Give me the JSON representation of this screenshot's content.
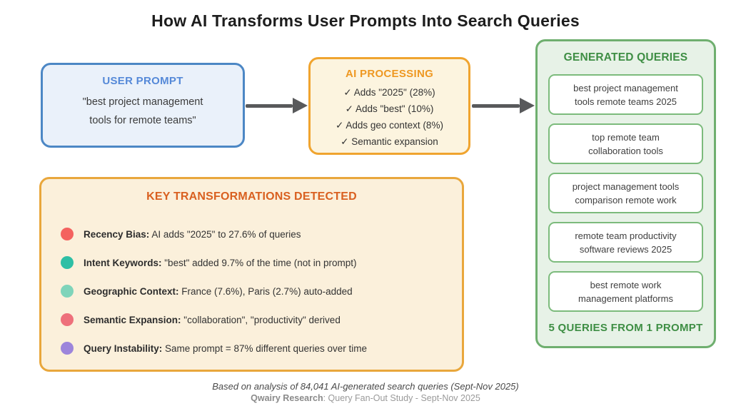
{
  "page": {
    "title": "How AI Transforms User Prompts Into Search Queries"
  },
  "user_prompt": {
    "title": "USER PROMPT",
    "text": "\"best project management tools for remote teams\""
  },
  "ai_processing": {
    "title": "AI PROCESSING",
    "items": [
      "✓ Adds \"2025\" (28%)",
      "✓ Adds \"best\" (10%)",
      "✓ Adds geo context (8%)",
      "✓ Semantic expansion"
    ]
  },
  "generated_queries": {
    "title": "GENERATED QUERIES",
    "queries": [
      "best project management tools remote teams 2025",
      "top remote team collaboration tools",
      "project management tools comparison remote work",
      "remote team productivity software reviews 2025",
      "best remote work management platforms"
    ],
    "footer": "5 QUERIES FROM 1 PROMPT"
  },
  "key_transformations": {
    "title": "KEY TRANSFORMATIONS DETECTED",
    "items": [
      {
        "label": "Recency Bias:",
        "text": " AI adds \"2025\" to 27.6% of queries",
        "dot_color": "#f4625f"
      },
      {
        "label": "Intent Keywords:",
        "text": " \"best\" added 9.7% of the time (not in prompt)",
        "dot_color": "#2ebfa5"
      },
      {
        "label": "Geographic Context:",
        "text": " France (7.6%), Paris (2.7%) auto-added",
        "dot_color": "#7fd4ba"
      },
      {
        "label": "Semantic Expansion:",
        "text": " \"collaboration\", \"productivity\" derived",
        "dot_color": "#ee707b"
      },
      {
        "label": "Query Instability:",
        "text": " Same prompt = 87% different queries over time",
        "dot_color": "#9d85db"
      }
    ]
  },
  "footer": {
    "line1": "Based on analysis of 84,041 AI-generated search queries (Sept-Nov 2025)",
    "line2_bold": "Qwairy Research",
    "line2_rest": ": Query Fan-Out Study - Sept-Nov 2025"
  },
  "colors": {
    "user_prompt_accent": "#4c87c5",
    "ai_processing_accent": "#f0a42f",
    "generated_queries_accent": "#3e8e44",
    "key_title_accent": "#d96020",
    "arrow": "#58595b"
  }
}
